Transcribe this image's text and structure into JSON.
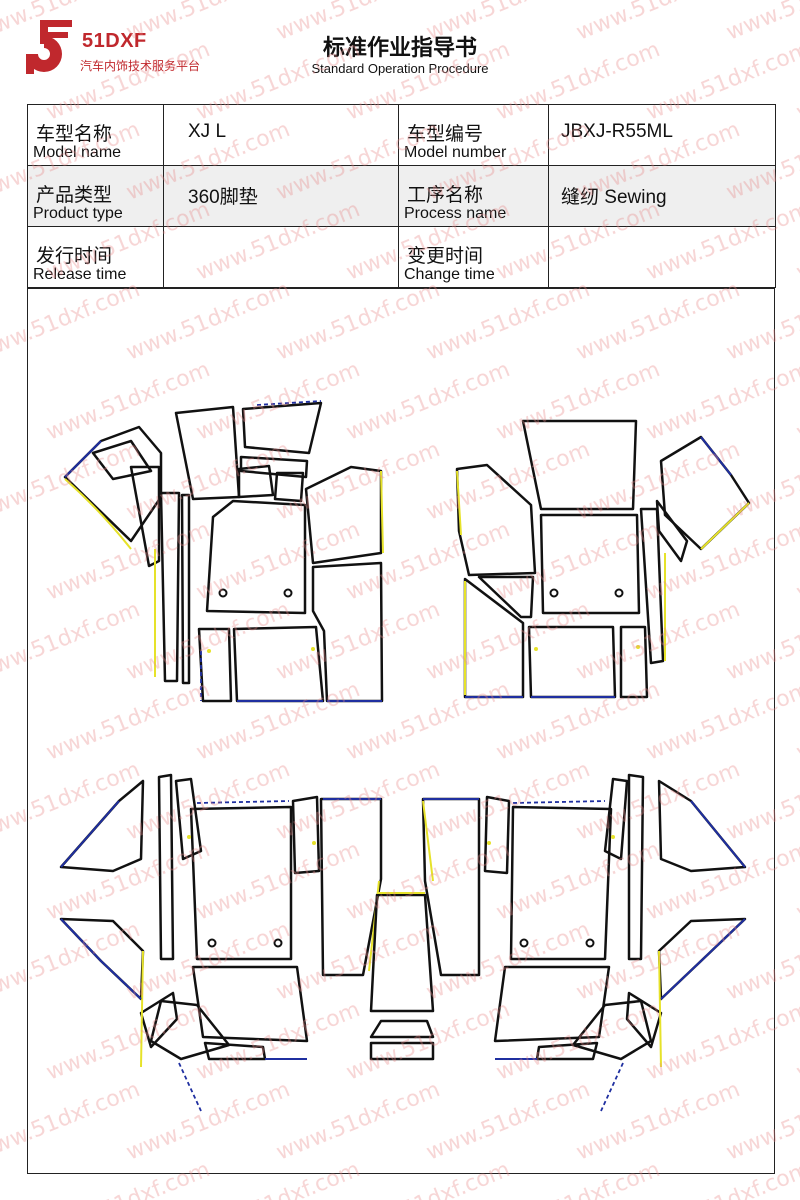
{
  "header": {
    "brand_name": "51DXF",
    "brand_subtitle": "汽车内饰技术服务平台",
    "title": "标准作业指导书",
    "subtitle": "Standard Operation Procedure"
  },
  "info_table": {
    "model_name_cn": "车型名称",
    "model_name_en": "Model name",
    "model_name_value": "XJ L",
    "model_number_cn": "车型编号",
    "model_number_en": "Model number",
    "model_number_value": "JBXJ-R55ML",
    "product_type_cn": "产品类型",
    "product_type_en": "Product type",
    "product_type_value": "360脚垫",
    "process_name_cn": "工序名称",
    "process_name_en": "Process name",
    "process_name_value": "缝纫 Sewing",
    "release_time_cn": "发行时间",
    "release_time_en": "Release time",
    "release_time_value": "",
    "change_time_cn": "变更时间",
    "change_time_en": "Change time",
    "change_time_value": ""
  },
  "watermark": "www.51dxf.com",
  "colors": {
    "brand": "#c0282d",
    "outline": "#111111",
    "edge_blue": "#1f2fa0",
    "edge_yellow": "#e6e22a",
    "table_shade": "#efefef"
  }
}
